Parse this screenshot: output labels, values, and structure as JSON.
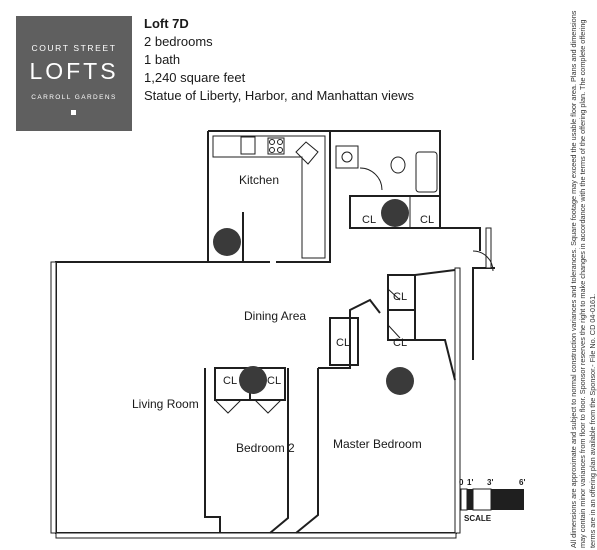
{
  "logo": {
    "line1": "COURT STREET",
    "line2": "LOFTS",
    "line3": "CARROLL GARDENS"
  },
  "unit": {
    "title": "Loft 7D",
    "bedrooms": "2 bedrooms",
    "baths": "1 bath",
    "area": "1,240 square feet",
    "views": "Statue of Liberty, Harbor, and Manhattan views"
  },
  "rooms": {
    "kitchen": "Kitchen",
    "dining": "Dining Area",
    "living": "Living Room",
    "bedroom2": "Bedroom 2",
    "master": "Master Bedroom"
  },
  "closets": {
    "label": "CL"
  },
  "scale": {
    "ticks": [
      "0",
      "1'",
      "3'",
      "6'"
    ],
    "label": "SCALE"
  },
  "disclaimer": "All dimensions are approximate and subject to normal construction variances and tolerances. Square footage may exceed the usable floor area. Plans and dimensions may contain minor variances from floor to floor. Sponsor reserves the right to make changes in accordance with the terms of the offering plan.  The complete offering terms are in an offering plan available from the Sponsor.- File No. CD 04-0161.",
  "colors": {
    "logo_bg": "#5f5f5f",
    "column_fill": "#3a3a3a",
    "wall": "#1f1f1f"
  }
}
